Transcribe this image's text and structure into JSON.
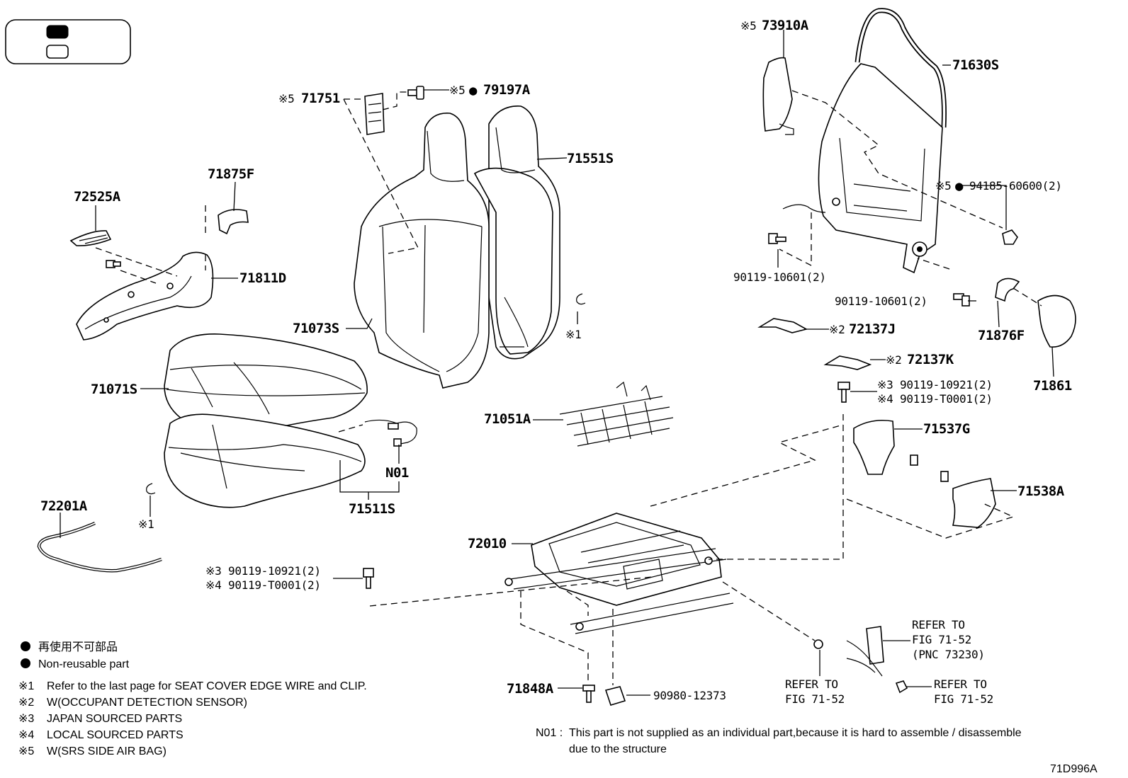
{
  "diagram_id": "71D996A",
  "legend_box": {
    "filled_label": "",
    "empty_label": ""
  },
  "callouts": {
    "p73910A": {
      "mark": "※5",
      "code": "73910A"
    },
    "p71630S": {
      "code": "71630S"
    },
    "p71751": {
      "mark": "※5",
      "code": "71751"
    },
    "p79197A": {
      "mark": "※5",
      "dot": "●",
      "code": "79197A"
    },
    "p71551S": {
      "code": "71551S"
    },
    "p71875F": {
      "code": "71875F"
    },
    "p72525A": {
      "code": "72525A"
    },
    "p71811D": {
      "code": "71811D"
    },
    "p94185": {
      "mark": "※5",
      "dot": "●",
      "code": "94185-60600(2)"
    },
    "p90119a": {
      "code": "90119-10601(2)"
    },
    "p90119b": {
      "code": "90119-10601(2)"
    },
    "p71073S": {
      "code": "71073S"
    },
    "c_circ1": {
      "mark": "※1",
      "clip": "C"
    },
    "p72137J": {
      "mark": "※2",
      "code": "72137J"
    },
    "p71876F": {
      "code": "71876F"
    },
    "p72137K": {
      "mark": "※2",
      "code": "72137K"
    },
    "p71071S": {
      "code": "71071S"
    },
    "p71861": {
      "code": "71861"
    },
    "p90119_10921_a": {
      "mark": "※3",
      "code": "90119-10921(2)"
    },
    "p90119_T0001_a": {
      "mark": "※4",
      "code": "90119-T0001(2)"
    },
    "p71051A": {
      "code": "71051A"
    },
    "p71537G": {
      "code": "71537G"
    },
    "pN01": {
      "code": "N01"
    },
    "p71538A": {
      "code": "71538A"
    },
    "p72201A": {
      "code": "72201A"
    },
    "p71511S": {
      "code": "71511S"
    },
    "c_circ2": {
      "mark": "※1",
      "clip": "C"
    },
    "p72010": {
      "code": "72010"
    },
    "p90119_10921_b": {
      "mark": "※3",
      "code": "90119-10921(2)"
    },
    "p90119_T0001_b": {
      "mark": "※4",
      "code": "90119-T0001(2)"
    },
    "refer1": {
      "line1": "REFER TO",
      "line2": "FIG 71-52",
      "line3": "(PNC 73230)"
    },
    "refer2": {
      "line1": "REFER TO",
      "line2": "FIG 71-52"
    },
    "refer3": {
      "line1": "REFER TO",
      "line2": "FIG 71-52"
    },
    "p71848A": {
      "code": "71848A"
    },
    "p90980": {
      "code": "90980-12373"
    }
  },
  "legend": {
    "dot_jp": "再使用不可部品",
    "dot_en": "Non-reusable part",
    "notes": [
      {
        "mark": "※1",
        "text": "Refer to the last page for SEAT COVER EDGE WIRE and CLIP."
      },
      {
        "mark": "※2",
        "text": "W(OCCUPANT DETECTION SENSOR)"
      },
      {
        "mark": "※3",
        "text": "JAPAN SOURCED PARTS"
      },
      {
        "mark": "※4",
        "text": "LOCAL SOURCED PARTS"
      },
      {
        "mark": "※5",
        "text": "W(SRS SIDE AIR BAG)"
      }
    ]
  },
  "n01_note": {
    "label": "N01 :",
    "line1": "This part is not supplied as an individual part,because it is hard to assemble / disassemble",
    "line2": "due to the structure"
  }
}
